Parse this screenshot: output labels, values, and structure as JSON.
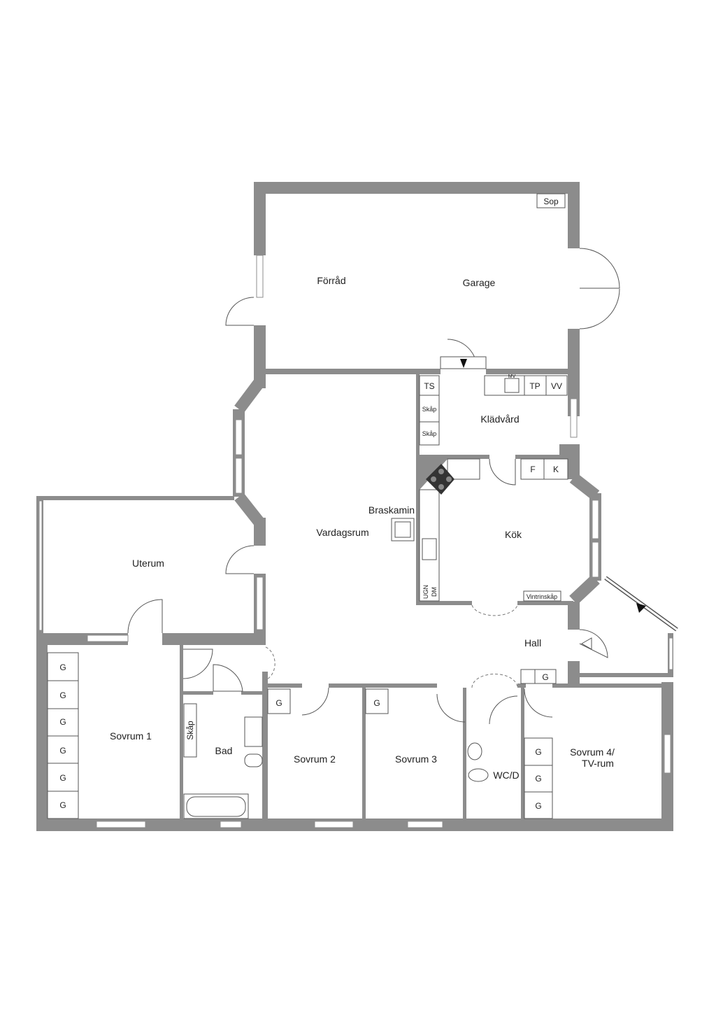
{
  "rooms": {
    "forrad": "Förråd",
    "garage": "Garage",
    "sop": "Sop",
    "kladvard": "Klädvård",
    "vardagsrum": "Vardagsrum",
    "braskamin": "Braskamin",
    "kok": "Kök",
    "uterum": "Uterum",
    "hall": "Hall",
    "sovrum1": "Sovrum 1",
    "bad": "Bad",
    "sovrum2": "Sovrum 2",
    "sovrum3": "Sovrum 3",
    "wc": "WC/D",
    "sovrum4_line1": "Sovrum 4/",
    "sovrum4_line2": "TV-rum"
  },
  "fixtures": {
    "ts": "TS",
    "skap": "Skåp",
    "tp": "TP",
    "vv": "VV",
    "mv": "MV",
    "f": "F",
    "k": "K",
    "ugn": "UGN",
    "dm": "DM",
    "vintrinskap": "Vintrinskåp",
    "g": "G"
  },
  "colors": {
    "wall": "#8c8c8c"
  }
}
